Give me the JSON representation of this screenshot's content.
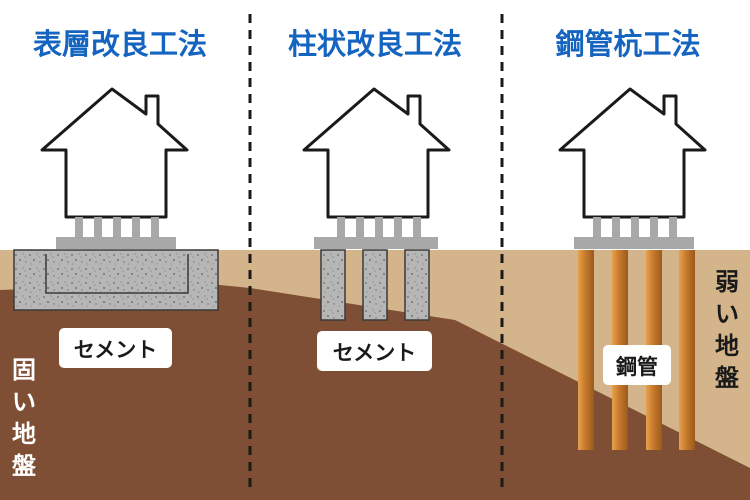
{
  "methods": [
    {
      "title": "表層改良工法",
      "label": "セメント"
    },
    {
      "title": "柱状改良工法",
      "label": "セメント"
    },
    {
      "title": "鋼管杭工法",
      "label": "鋼管"
    }
  ],
  "ground": {
    "hard_label": "固い地盤",
    "weak_label": "弱い地盤"
  },
  "colors": {
    "title": "#1565c0",
    "soft_soil": "#d4b48a",
    "hard_soil": "#7e4f35",
    "concrete": "#a8a8a8",
    "pipe": "#c77a2c",
    "divider": "#1a1a1a"
  }
}
